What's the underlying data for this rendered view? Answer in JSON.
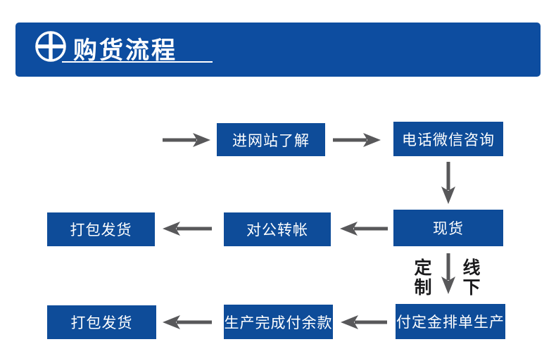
{
  "colors": {
    "header_bg": "#0d4da0",
    "box_bg": "#0e4c99",
    "arrow": "#58585a",
    "branch_label": "#1a1a1c",
    "text_on_blue": "#ffffff",
    "page_bg": "#ffffff"
  },
  "header": {
    "icon": "circle-plus-icon",
    "title": "购货流程"
  },
  "flowchart": {
    "nodes": [
      {
        "id": "enter-website",
        "label": "进网站了解"
      },
      {
        "id": "phone-wechat-consult",
        "label": "电话微信咨询"
      },
      {
        "id": "in-stock",
        "label": "现货"
      },
      {
        "id": "corporate-transfer",
        "label": "对公转帐"
      },
      {
        "id": "pack-and-ship-row2",
        "label": "打包发货"
      },
      {
        "id": "pay-deposit-schedule",
        "label": "付定金排单生产"
      },
      {
        "id": "production-done-pay-balance",
        "label": "生产完成付余款"
      },
      {
        "id": "pack-and-ship-row3",
        "label": "打包发货"
      }
    ],
    "branch_labels": {
      "custom": "定制",
      "offline": "线下"
    },
    "edges": [
      {
        "from": "start",
        "to": "进网站了解",
        "direction": "right"
      },
      {
        "from": "进网站了解",
        "to": "电话微信咨询",
        "direction": "right"
      },
      {
        "from": "电话微信咨询",
        "to": "现货",
        "direction": "down"
      },
      {
        "from": "现货",
        "to": "对公转帐",
        "direction": "left"
      },
      {
        "from": "对公转帐",
        "to": "打包发货",
        "direction": "left"
      },
      {
        "from": "现货",
        "to": "付定金排单生产",
        "direction": "down",
        "labels": [
          "定制",
          "线下"
        ]
      },
      {
        "from": "付定金排单生产",
        "to": "生产完成付余款",
        "direction": "left"
      },
      {
        "from": "生产完成付余款",
        "to": "打包发货",
        "direction": "left"
      }
    ]
  }
}
